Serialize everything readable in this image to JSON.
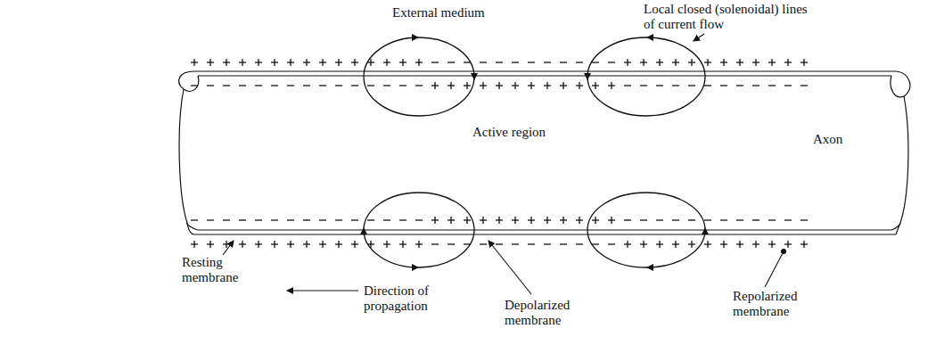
{
  "diagram": {
    "labels": [
      "External medium",
      "Local closed (solenoidal) lines of current flow",
      "Active region",
      "Axon",
      "Resting membrane",
      "Direction of propagation",
      "Depolarized membrane",
      "Repolarized membrane"
    ]
  }
}
